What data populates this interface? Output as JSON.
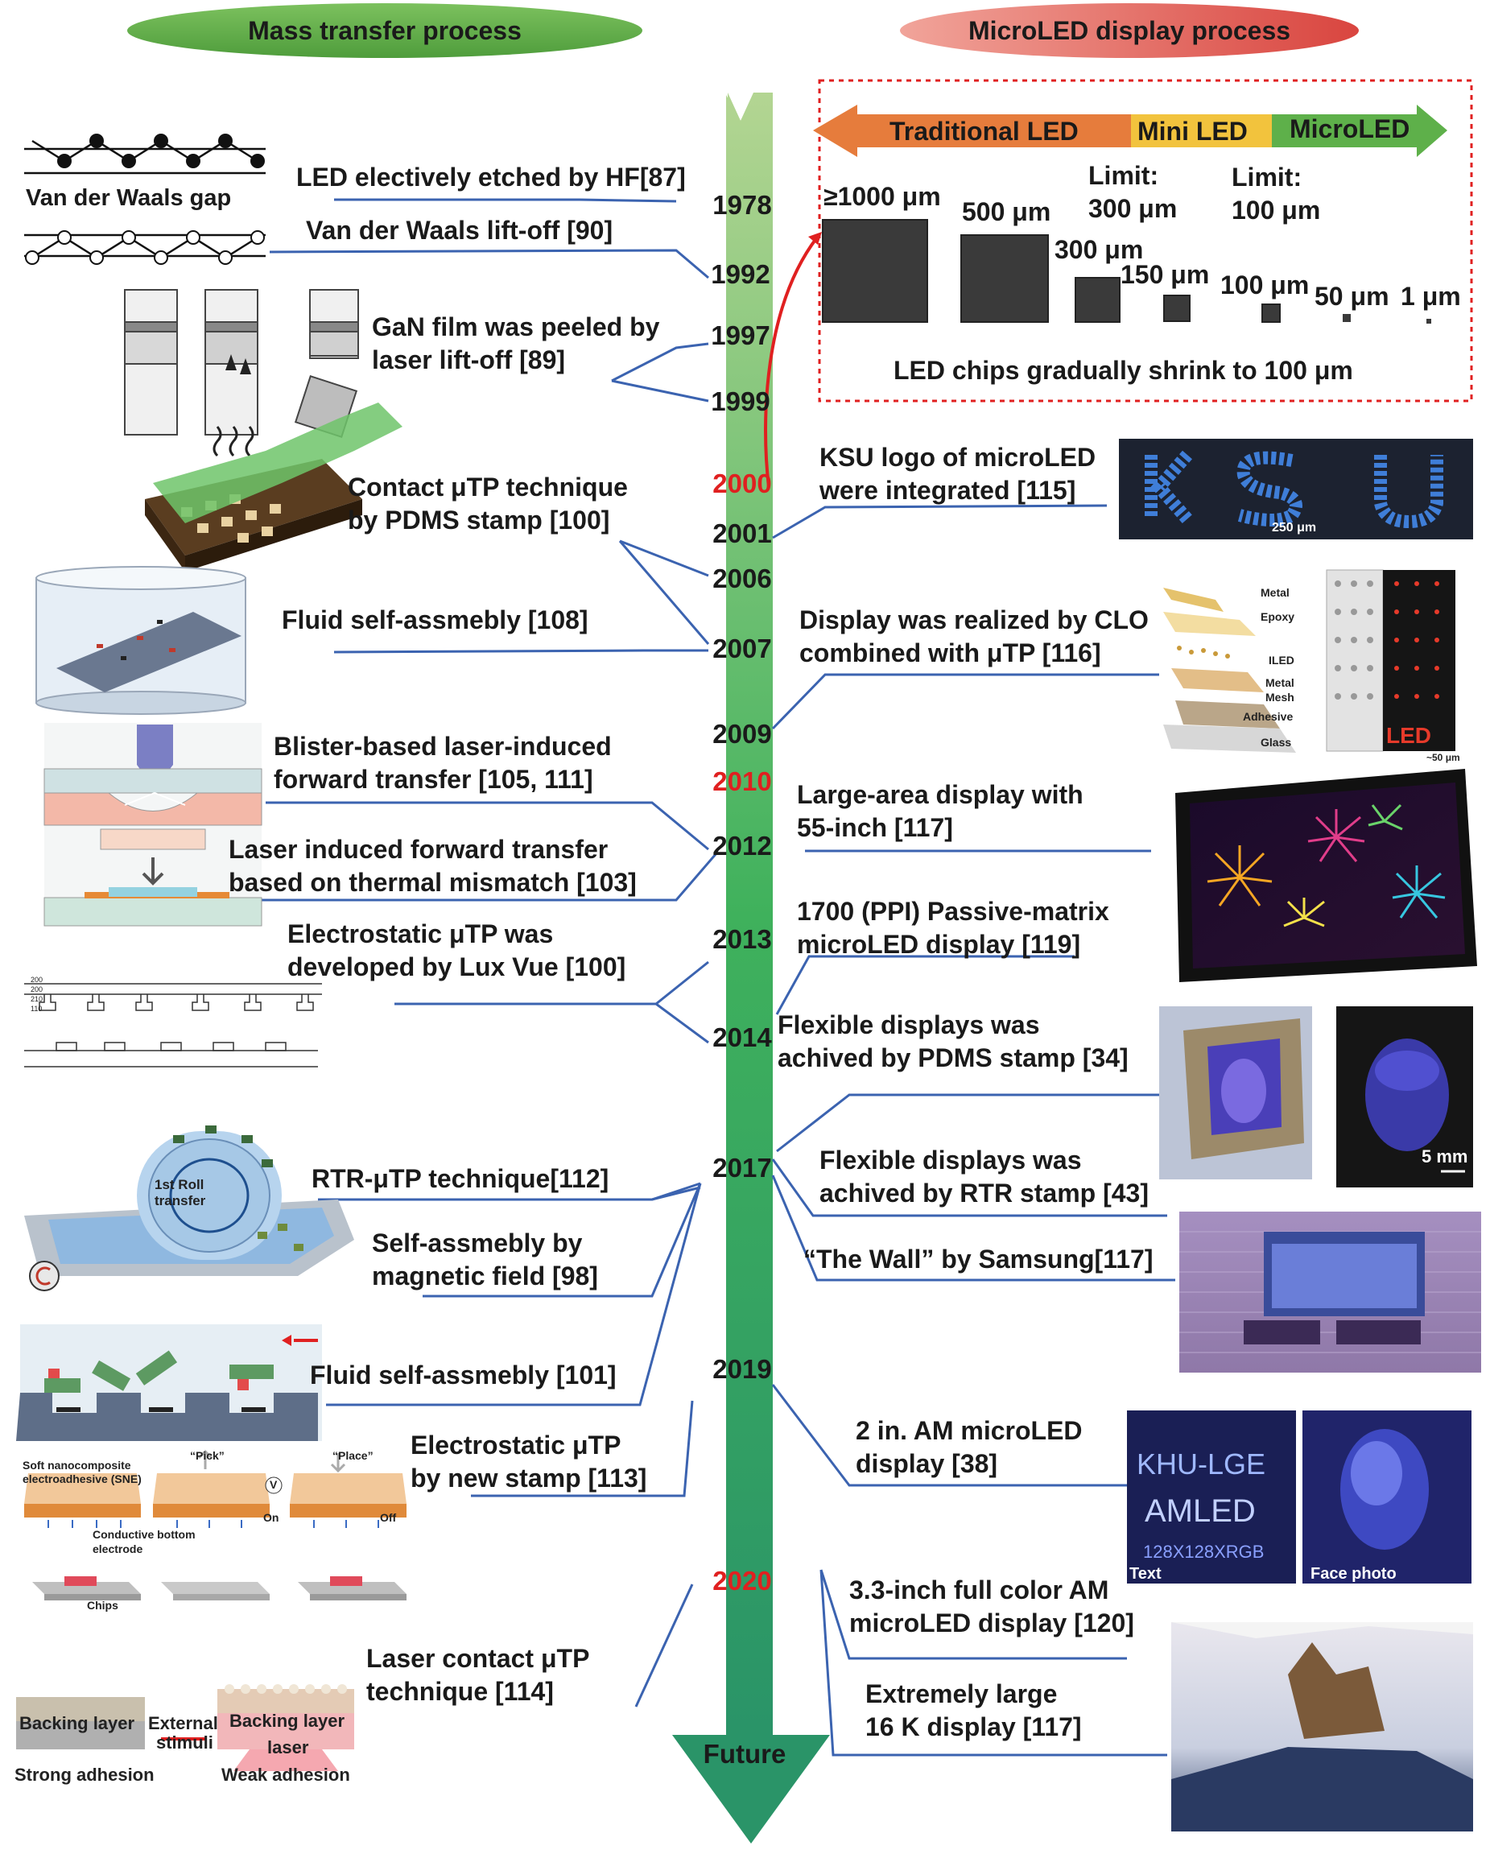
{
  "headers": {
    "left": "Mass transfer process",
    "right": "MicroLED  display process"
  },
  "years": [
    "1978",
    "1992",
    "1997",
    "1999",
    "2000",
    "2001",
    "2006",
    "2007",
    "2009",
    "2010",
    "2012",
    "2013",
    "2014",
    "2017",
    "2019",
    "2020",
    "Future"
  ],
  "left_events": [
    "LED electively etched by HF[87]",
    "Van der Waals lift-off [90]",
    "GaN film was peeled by",
    "laser lift-off [89]",
    "Contact μTP technique",
    "by PDMS stamp [100]",
    "Fluid self-assmebly [108]",
    "Blister-based laser-induced",
    "forward transfer [105, 111]",
    "Laser induced forward transfer",
    "based on thermal mismatch [103]",
    "Electrostatic μTP was",
    "developed by Lux Vue [100]",
    "RTR-μTP technique[112]",
    "Self-assmebly by",
    "magnetic  field [98]",
    "Fluid self-assmebly [101]",
    "Electrostatic μTP",
    "by new stamp [113]",
    "Laser contact μTP",
    "technique [114]"
  ],
  "right_events": [
    "KSU logo of microLED",
    "were integrated [115]",
    "Display was realized  by CLO",
    "combined with μTP [116]",
    "Large-area display with",
    "55-inch [117]",
    "1700  (PPI)  Passive-matrix",
    "microLED display [119]",
    "Flexible  displays was",
    "achived by PDMS stamp [34]",
    "Flexible  displays was",
    "achived by RTR stamp [43]",
    "“The Wall” by Samsung[117]",
    "2 in. AM microLED",
    "display [38]",
    "3.3-inch full color AM",
    "microLED display [120]",
    "Extremely large",
    "16 K display [117]"
  ],
  "size_box": {
    "arrow": [
      "Traditional LED",
      "Mini LED",
      "MicroLED"
    ],
    "limits": [
      "Limit:",
      "300 μm",
      "Limit:",
      "100 μm"
    ],
    "sizes": [
      "≥1000 μm",
      "500 μm",
      "300 μm",
      "150 μm",
      "100 μm",
      "50 μm",
      "1 μm"
    ],
    "caption": "LED chips gradually shrink to 100 μm"
  },
  "figure_text": {
    "vdw_gap": "Van der Waals gap",
    "ksu": "KSU",
    "ksu_scale": "250 μm",
    "clo_layers": [
      "Metal",
      "Epoxy",
      "ILED",
      "Metal",
      "Mesh",
      "Adhesive",
      "Glass"
    ],
    "clo_led": "LED",
    "clo_scale": "~50 μm",
    "luxvue_ticks": [
      "200",
      "200",
      "210",
      "110"
    ],
    "flex_scale": "5 mm",
    "roll": [
      "1st Roll",
      "transfer"
    ],
    "sne": [
      "Soft nanocomposite",
      "electroadhesive (SNE)",
      "“Pick”",
      "“Place”",
      "V",
      "On",
      "Off",
      "Conductive bottom",
      "electrode",
      "Chips"
    ],
    "khu": [
      "KHU-LGE",
      "AMLED",
      "128X128XRGB",
      "Text",
      "Face photo"
    ],
    "laser": [
      "Backing layer",
      "External",
      "stimuli",
      "Backing layer",
      "laser",
      "Strong adhesion",
      "Weak adhesion"
    ]
  },
  "colors": {
    "left_pill": "#5aaa46",
    "right_pill": "#e0625a",
    "arrow_top": "#a9cf87",
    "arrow_bottom": "#2a9468",
    "connector": "#3b63b0",
    "highlight_year": "#e02020",
    "dash_box": "#e02020"
  }
}
